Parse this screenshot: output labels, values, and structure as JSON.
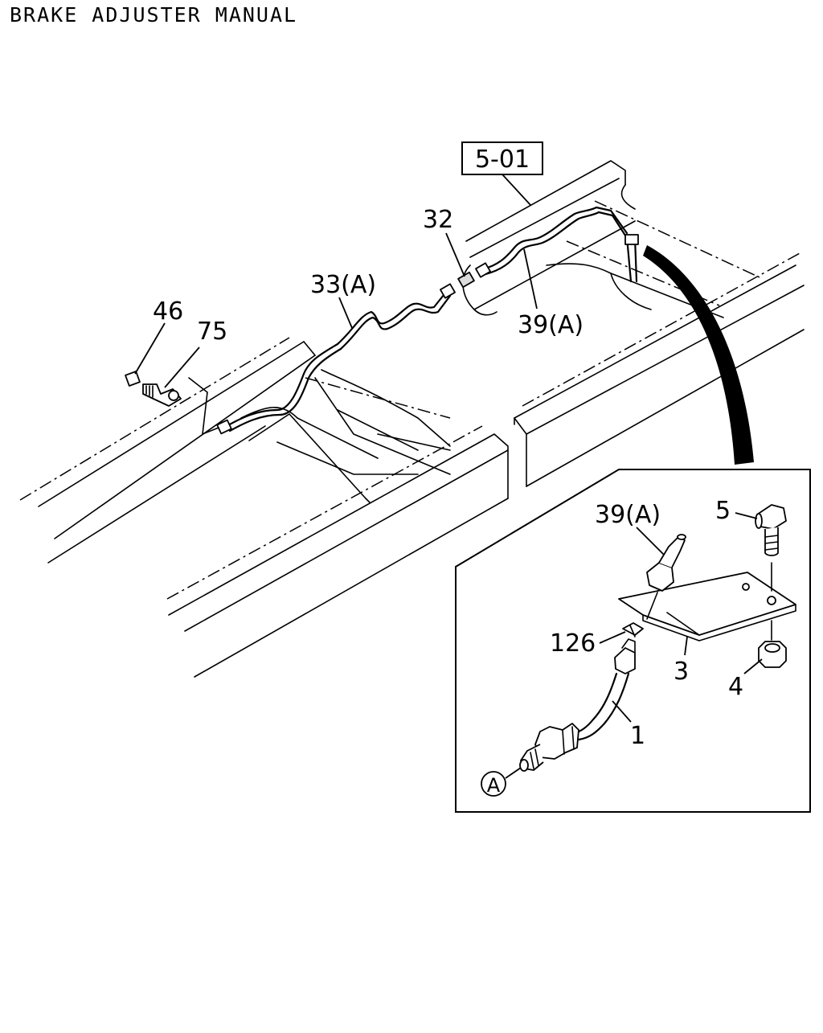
{
  "document": {
    "title": "BRAKE ADJUSTER MANUAL"
  },
  "diagram": {
    "reference_box": "5-01",
    "callouts": {
      "c46": "46",
      "c75": "75",
      "c33a": "33(A)",
      "c32": "32",
      "c39a_main": "39(A)",
      "c39a_detail": "39(A)",
      "c5": "5",
      "c126": "126",
      "c3": "3",
      "c4": "4",
      "c1": "1",
      "cA": "A"
    }
  }
}
